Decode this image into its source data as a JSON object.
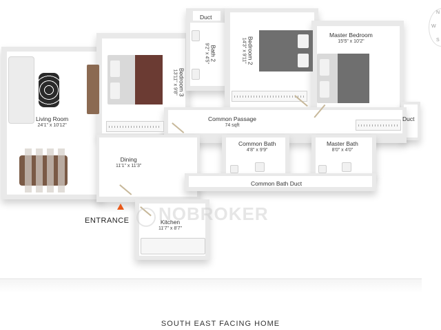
{
  "rooms": {
    "living_room": {
      "name": "Living Room",
      "dim": "24'1\" x 10'12\""
    },
    "dining": {
      "name": "Dining",
      "dim": "11'1\" x 11'3\""
    },
    "bedroom3": {
      "name": "Bedroom 3",
      "dim": "13'11\" x 9'8\""
    },
    "bath2": {
      "name": "Bath 2",
      "dim": "9'2\" x 4'5\""
    },
    "bedroom2": {
      "name": "Bedroom 2",
      "dim": "14'3\" x 9'11\""
    },
    "master_bedroom": {
      "name": "Master Bedroom",
      "dim": "15'5\" x 10'2\""
    },
    "common_passage": {
      "name": "Common Passage",
      "dim": "74 sqft"
    },
    "common_bath": {
      "name": "Common Bath",
      "dim": "4'8\" x 9'9\""
    },
    "master_bath": {
      "name": "Master Bath",
      "dim": "8'0\" x 4'0\""
    },
    "kitchen": {
      "name": "Kitchen",
      "dim": "11'7\" x 8'7\""
    }
  },
  "labels": {
    "duct_top": "Duct",
    "duct_right": "Duct",
    "common_bath_duct": "Common Bath Duct",
    "entrance": "ENTRANCE"
  },
  "footer": "SOUTH EAST FACING HOME",
  "watermark": "NOBROKER",
  "compass_letters": [
    "N",
    "W",
    "S"
  ],
  "colors": {
    "entrance_marker": "#e8591a",
    "wall": "#e9e9e9",
    "floor": "#ffffff"
  }
}
